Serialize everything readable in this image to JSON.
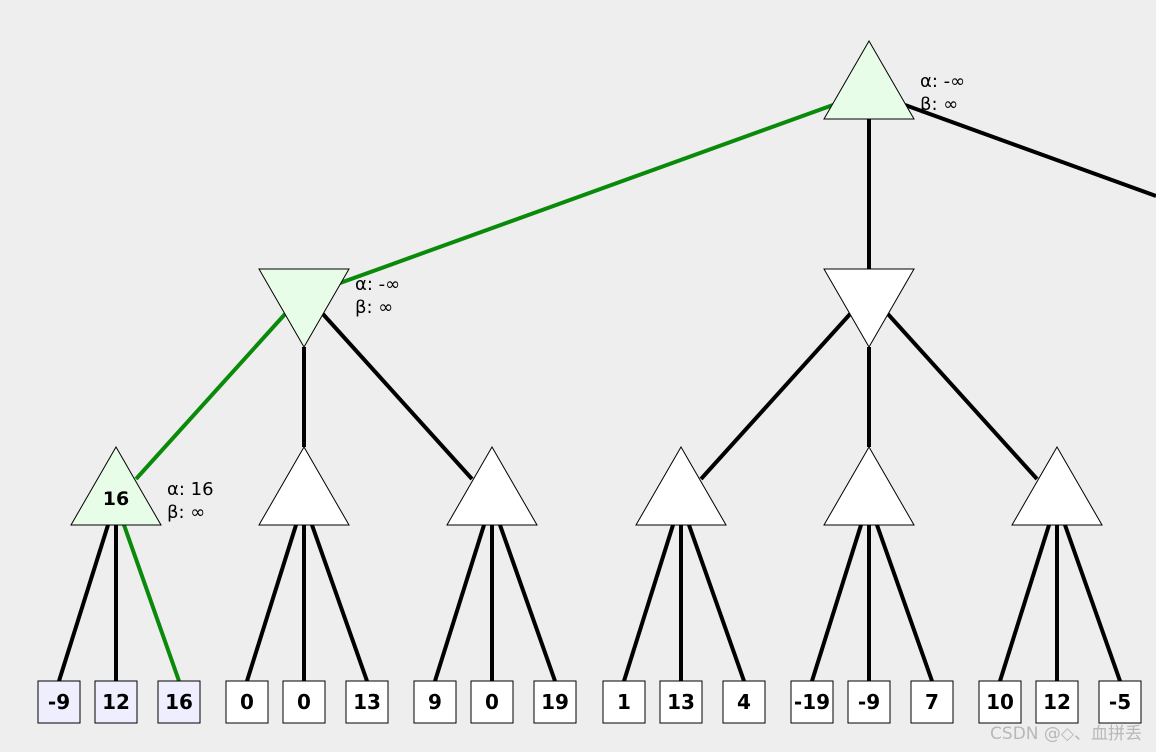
{
  "colors": {
    "background": "#eeeeee",
    "highlight_edge": "#0a8a0a",
    "normal_edge": "#000000",
    "visited_node_fill": "#e8fde8",
    "unvisited_node_fill": "#ffffff",
    "visited_leaf_fill": "#eeeeff",
    "unvisited_leaf_fill": "#ffffff"
  },
  "tree": {
    "root": {
      "type": "max",
      "visited": true,
      "alpha_label": "α: -∞",
      "beta_label": "β: ∞",
      "children": [
        {
          "type": "min",
          "visited": true,
          "alpha_label": "α: -∞",
          "beta_label": "β: ∞",
          "children": [
            {
              "type": "max",
              "visited": true,
              "value": "16",
              "alpha_label": "α: 16",
              "beta_label": "β: ∞",
              "leaves": [
                {
                  "value": "-9",
                  "visited": true
                },
                {
                  "value": "12",
                  "visited": true
                },
                {
                  "value": "16",
                  "visited": true
                }
              ],
              "highlight_leaf": 2
            },
            {
              "type": "max",
              "visited": false,
              "leaves": [
                {
                  "value": "0",
                  "visited": false
                },
                {
                  "value": "0",
                  "visited": false
                },
                {
                  "value": "13",
                  "visited": false
                }
              ]
            },
            {
              "type": "max",
              "visited": false,
              "leaves": [
                {
                  "value": "9",
                  "visited": false
                },
                {
                  "value": "0",
                  "visited": false
                },
                {
                  "value": "19",
                  "visited": false
                }
              ]
            }
          ],
          "highlight_child": 0
        },
        {
          "type": "min",
          "visited": false,
          "children": [
            {
              "type": "max",
              "visited": false,
              "leaves": [
                {
                  "value": "1",
                  "visited": false
                },
                {
                  "value": "13",
                  "visited": false
                },
                {
                  "value": "4",
                  "visited": false
                }
              ]
            },
            {
              "type": "max",
              "visited": false,
              "leaves": [
                {
                  "value": "-19",
                  "visited": false
                },
                {
                  "value": "-9",
                  "visited": false
                },
                {
                  "value": "7",
                  "visited": false
                }
              ]
            },
            {
              "type": "max",
              "visited": false,
              "leaves": [
                {
                  "value": "10",
                  "visited": false
                },
                {
                  "value": "12",
                  "visited": false
                },
                {
                  "value": "-5",
                  "visited": false
                }
              ]
            }
          ]
        }
      ],
      "highlight_child": 0,
      "has_offscreen_child": true
    }
  },
  "watermark": "CSDN @◇、血拼丢"
}
